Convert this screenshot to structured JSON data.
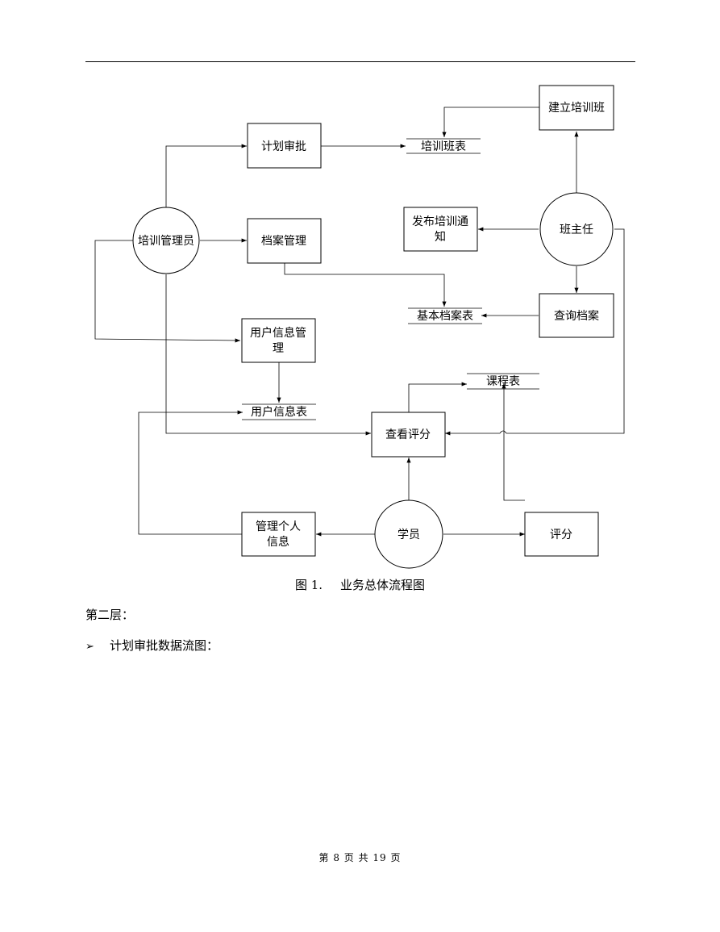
{
  "diagram": {
    "entities": {
      "training_admin": "培训管理员",
      "head_teacher": "班主任",
      "student": "学员"
    },
    "processes": {
      "plan_approval": "计划审批",
      "create_class": "建立培训班",
      "notice_line1": "发布培训通",
      "notice_line2": "知",
      "archive_mgmt": "档案管理",
      "query_archive": "查询档案",
      "user_info_line1": "用户信息管",
      "user_info_line2": "理",
      "view_score": "查看评分",
      "personal_line1": "管理个人",
      "personal_line2": "信息",
      "score": "评分"
    },
    "stores": {
      "class_table": "培训班表",
      "archive_table": "基本档案表",
      "user_table": "用户信息表",
      "course_table": "课程表"
    }
  },
  "caption": {
    "label": "图 1.",
    "title": "业务总体流程图"
  },
  "section_heading": "第二层：",
  "bullet": {
    "marker": "➢",
    "text": "计划审批数据流图："
  },
  "footer": "第 8 页 共 19 页"
}
